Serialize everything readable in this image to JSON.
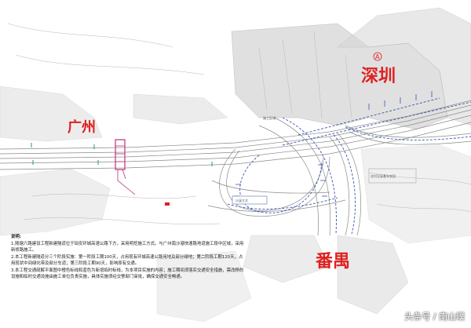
{
  "cities": {
    "shenzhen": "深圳",
    "guangzhou": "广州",
    "panyu": "番禺"
  },
  "north_symbol": "A",
  "notes": {
    "heading": "说明:",
    "items": [
      "1.随塘六路建设工程新建隧道位于珀安环城高速公路下方，采用明挖施工方式。与广州南沙港快速路地道施工段中区域，采用新修路施工。",
      "2.本工程新建隧道分三个阶段实施：第一阶段工期100天，占用现有环城高速公路用地及部分绿地；第二阶段工期120天，占用现状中间绿化带及部分车道；第三阶段工期90天，影响原有交通。",
      "3.本工程交通疏解平面图中橙色标线和蓝色为新增临时标线，为本项目实施的内容；施工期间须落实交通安全措施，需改移的设施和临时交通设施由施工单位负责实施，具体实施须经交警部门审批，确保交通安全畅通。"
    ]
  },
  "map_labels": {
    "interchange": "沙溪立交",
    "zone": "施工区域",
    "plot": "北村汉溪基本农田"
  },
  "watermark": "头条号 / 南山璞",
  "colors": {
    "city_red": "#e02020",
    "road_blue": "#3a55b0",
    "construction_magenta": "#c0307a",
    "road_grey": "#8a8a8a",
    "block_grey": "#cfcfcf"
  }
}
